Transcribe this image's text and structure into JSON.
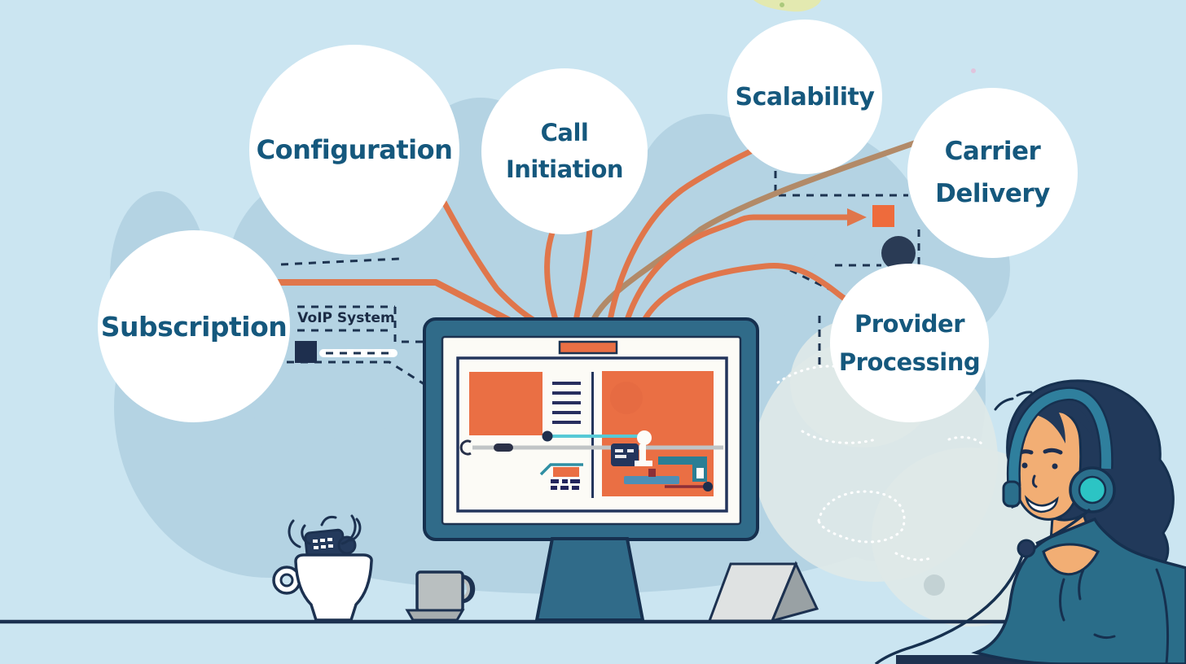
{
  "scene": {
    "system_label": "VoIP System",
    "bubbles": [
      {
        "id": "subscription",
        "lines": [
          "Subscription"
        ]
      },
      {
        "id": "configuration",
        "lines": [
          "Configuration"
        ]
      },
      {
        "id": "call-initiation",
        "lines": [
          "Call",
          "Initiation"
        ]
      },
      {
        "id": "scalability",
        "lines": [
          "Scalability"
        ]
      },
      {
        "id": "carrier-delivery",
        "lines": [
          "Carrier",
          "Delivery"
        ]
      },
      {
        "id": "provider-processing",
        "lines": [
          "Provider",
          "Processing"
        ]
      }
    ],
    "colors": {
      "background": "#cbe5f1",
      "cloud": "#b4d3e3",
      "bubble_fill": "#ffffff",
      "bubble_text": "#15587d",
      "cable_orange": "#e0764b",
      "cable_tan": "#b28a68",
      "outline_navy": "#16304f",
      "monitor_teal": "#306b89",
      "screen_orange": "#ea6f44",
      "headset_turquoise": "#2cc4c4",
      "skin": "#f2ae74",
      "shirt_teal": "#2a6d89",
      "hair_navy": "#21395a"
    }
  }
}
